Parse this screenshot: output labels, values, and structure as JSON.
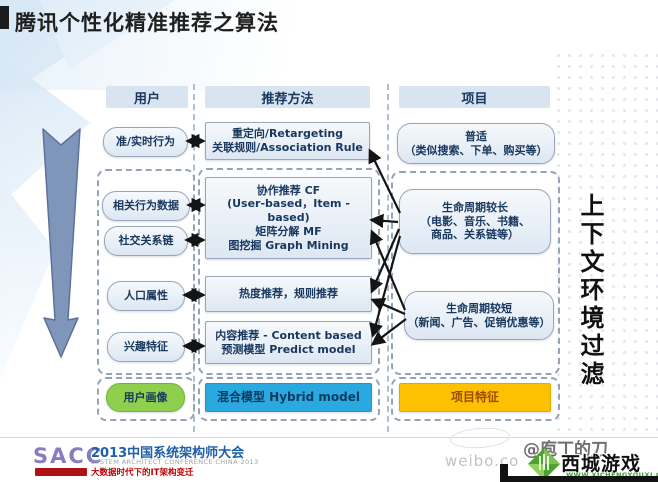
{
  "title": "腾讯个性化精准推荐之算法",
  "columns": {
    "user": "用户",
    "method": "推荐方法",
    "item": "项目"
  },
  "user_nodes": [
    "准/实时行为",
    "相关行为数据",
    "社交关系链",
    "人口属性",
    "兴趣特征"
  ],
  "user_footer": "用户画像",
  "method_nodes": [
    "重定向/Retargeting\n关联规则/Association Rule",
    "协作推荐 CF\n(User-based，Item - based)\n矩阵分解 MF\n图挖掘 Graph Mining",
    "热度推荐，规则推荐",
    "内容推荐 - Content based\n预测模型 Predict model"
  ],
  "method_footer": "混合模型 Hybrid model",
  "item_nodes": [
    "普适\n（类似搜索、下单、购买等）",
    "生命周期较长\n（电影、音乐、书籍、\n商品、关系链等）",
    "生命周期较短\n（新闻、广告、促销优惠等）"
  ],
  "item_footer": "项目特征",
  "side_label": "上下文环境过滤",
  "footer": {
    "logo": "SACC",
    "conference": "2013中国系统架构师大会",
    "conference_en": "SYSTEM ARCHITECT CONFERENCE CHINA 2013",
    "conference_theme": "大数据时代下的IT架构变迁"
  },
  "watermark": {
    "weibo": "weibo.co",
    "handle": "@庖丁的刀",
    "site": "西城游戏网",
    "url": "WWW.XICHENGYOUXI.COM"
  },
  "colors": {
    "user_footer_bg": "#8ed04e",
    "method_footer_bg": "#2aa9e0",
    "item_footer_bg": "#fec101",
    "node_text": "#17375e",
    "big_arrow": "#8095ba"
  }
}
